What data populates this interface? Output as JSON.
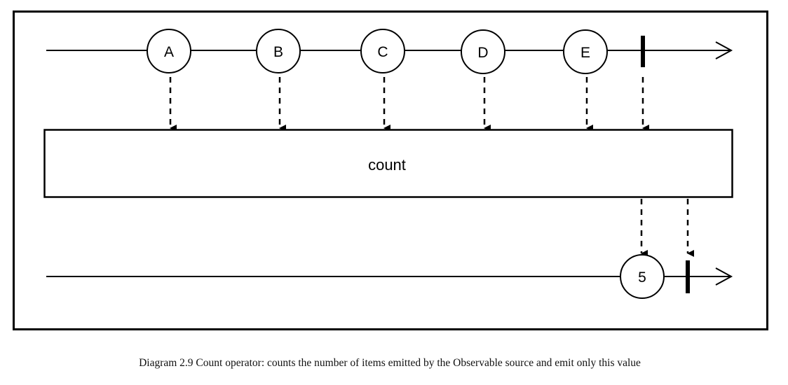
{
  "diagram": {
    "source_items": [
      "A",
      "B",
      "C",
      "D",
      "E"
    ],
    "operator_label": "count",
    "result_item": "5",
    "caption": "Diagram 2.9 Count operator: counts the number of items emitted by the Observable source  and emit only this value"
  }
}
